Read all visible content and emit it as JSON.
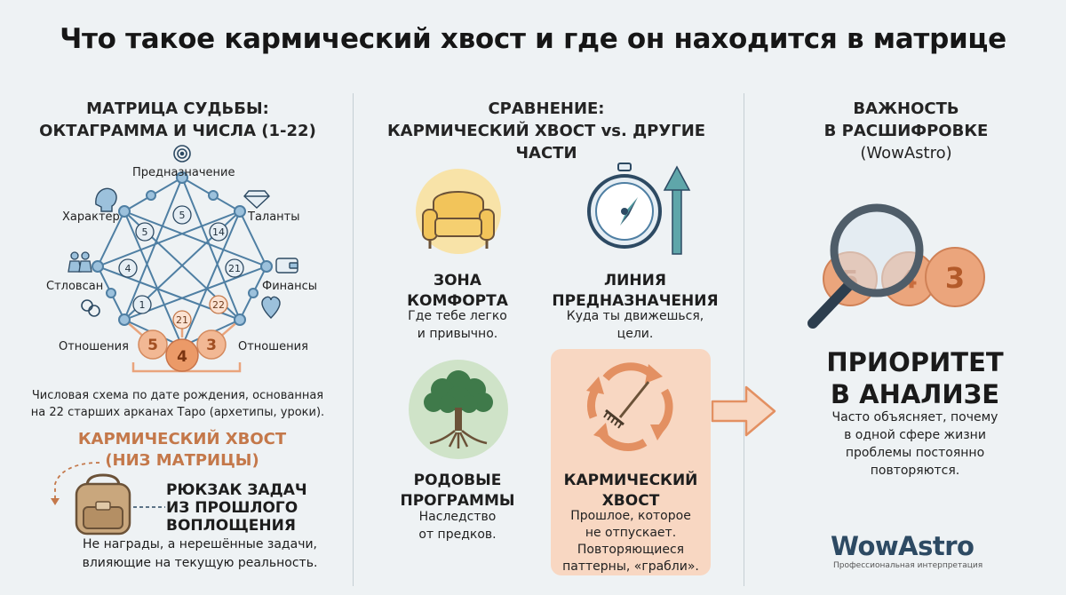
{
  "title": "Что такое кармический хвост и где он находится в матрице",
  "left": {
    "heading_line1": "МАТРИЦА СУДЬБЫ:",
    "heading_line2": "ОКТАГРАММА И ЧИСЛА (1-22)",
    "nodes": {
      "top": "Предназначение",
      "upper_left": "Характер",
      "upper_right": "Таланты",
      "left": "Стловсан",
      "right": "Финансы",
      "lower_left": "Отношения",
      "lower_right": "Отношения"
    },
    "numbers": {
      "top": "5",
      "upper_left": "5",
      "upper_right": "14",
      "left": "4",
      "right": "21",
      "lower_left": "1",
      "lower_mid": "21",
      "lower_right": "22",
      "tail_left": "5",
      "tail_mid": "4",
      "tail_right": "3"
    },
    "caption_line1": "Числовая схема по дате рождения, основанная",
    "caption_line2": "на 22 старших арканах Таро (архетипы, уроки).",
    "tail_heading_line1": "КАРМИЧЕСКИЙ ХВОСТ",
    "tail_heading_line2": "(НИЗ МАТРИЦЫ)",
    "backpack_line1": "РЮКЗАК ЗАДАЧ",
    "backpack_line2": "ИЗ ПРОШЛОГО",
    "backpack_line3": "ВОПЛОЩЕНИЯ",
    "bottom_line1": "Не награды, а нерешённые задачи,",
    "bottom_line2": "влияющие на текущую реальность."
  },
  "middle": {
    "heading_line1": "СРАВНЕНИЕ:",
    "heading_line2": "КАРМИЧЕСКИЙ ХВОСТ vs. ДРУГИЕ ЧАСТИ",
    "comfort": {
      "title1": "ЗОНА",
      "title2": "КОМФОРТА",
      "desc1": "Где тебе легко",
      "desc2": "и привычно."
    },
    "purpose": {
      "title1": "ЛИНИЯ",
      "title2": "ПРЕДНАЗНАЧЕНИЯ",
      "desc1": "Куда ты движешься,",
      "desc2": "цели."
    },
    "ancestral": {
      "title1": "РОДОВЫЕ",
      "title2": "ПРОГРАММЫ",
      "desc1": "Наследство",
      "desc2": "от предков."
    },
    "karmic": {
      "title1": "КАРМИЧЕСКИЙ",
      "title2": "ХВОСТ",
      "desc1": "Прошлое, которое",
      "desc2": "не отпускает.",
      "desc3": "Повторяющиеся",
      "desc4": "паттерны, «грабли»."
    }
  },
  "right": {
    "heading_line1": "ВАЖНОСТЬ",
    "heading_line2": "В РАСШИФРОВКЕ",
    "heading_line3": "(WowAstro)",
    "coins": {
      "left": "5",
      "mid": "4",
      "right": "3"
    },
    "priority_line1": "ПРИОРИТЕТ",
    "priority_line2": "В АНАЛИЗЕ",
    "desc1": "Часто объясняет, почему",
    "desc2": "в одной сфере жизни",
    "desc3": "проблемы постоянно",
    "desc4": "повторяются.",
    "logo": "WowAstro",
    "logo_sub": "Профессиональная интерпретация"
  },
  "colors": {
    "background": "#eef2f4",
    "orange": "#e9a47c",
    "blue_line": "#4f7fa3",
    "teal": "#4c9a9f",
    "green": "#cfe3c8"
  }
}
